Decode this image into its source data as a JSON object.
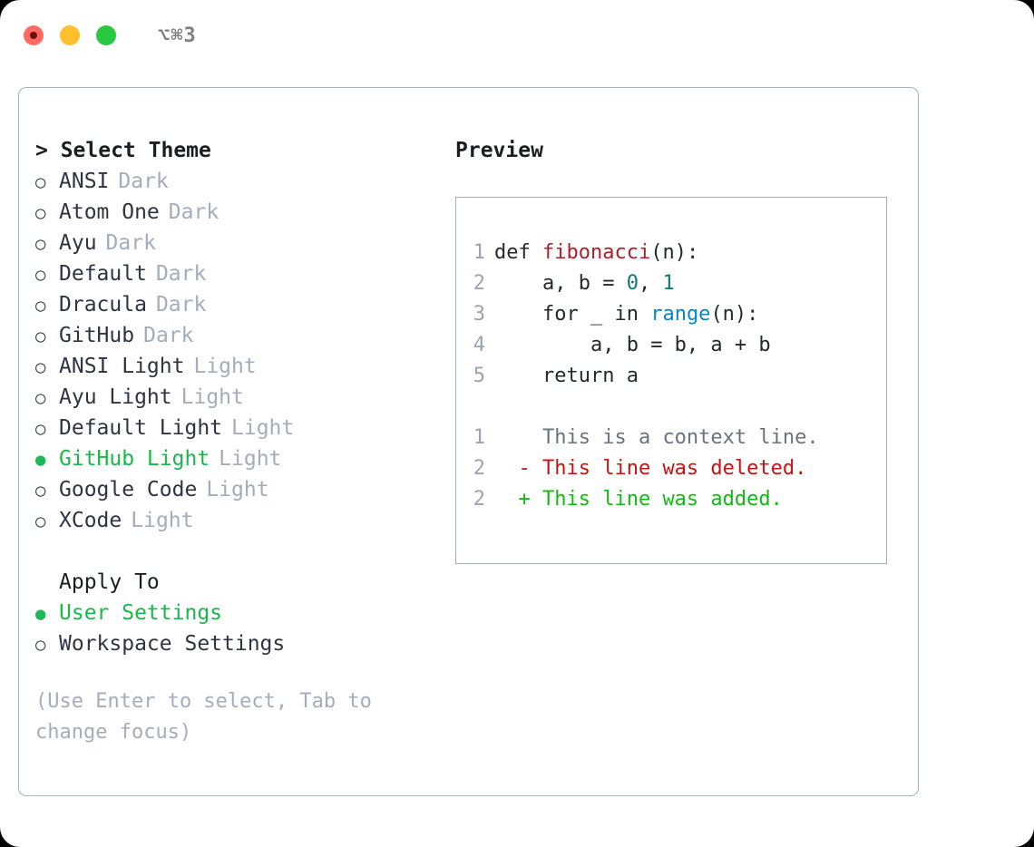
{
  "titlebar": {
    "shortcut": "⌥⌘3",
    "buttons": [
      {
        "name": "close",
        "color": "#ff6b63"
      },
      {
        "name": "minimize",
        "color": "#ffc02e"
      },
      {
        "name": "maximize",
        "color": "#28c840"
      }
    ]
  },
  "theme_section": {
    "header": "> Select Theme",
    "focused": true,
    "items": [
      {
        "bullet": "○",
        "label": "ANSI",
        "suffix": "Dark",
        "selected": false
      },
      {
        "bullet": "○",
        "label": "Atom One",
        "suffix": "Dark",
        "selected": false
      },
      {
        "bullet": "○",
        "label": "Ayu",
        "suffix": "Dark",
        "selected": false
      },
      {
        "bullet": "○",
        "label": "Default",
        "suffix": "Dark",
        "selected": false
      },
      {
        "bullet": "○",
        "label": "Dracula",
        "suffix": "Dark",
        "selected": false
      },
      {
        "bullet": "○",
        "label": "GitHub",
        "suffix": "Dark",
        "selected": false
      },
      {
        "bullet": "○",
        "label": "ANSI Light",
        "suffix": "Light",
        "selected": false
      },
      {
        "bullet": "○",
        "label": "Ayu Light",
        "suffix": "Light",
        "selected": false
      },
      {
        "bullet": "○",
        "label": "Default Light",
        "suffix": "Light",
        "selected": false
      },
      {
        "bullet": "●",
        "label": "GitHub Light",
        "suffix": "Light",
        "selected": true
      },
      {
        "bullet": "○",
        "label": "Google Code",
        "suffix": "Light",
        "selected": false
      },
      {
        "bullet": "○",
        "label": "XCode",
        "suffix": "Light",
        "selected": false
      }
    ]
  },
  "apply_section": {
    "header": "Apply To",
    "focused": false,
    "items": [
      {
        "bullet": "●",
        "label": "User Settings",
        "suffix": "",
        "selected": true
      },
      {
        "bullet": "○",
        "label": "Workspace Settings",
        "suffix": "",
        "selected": false
      }
    ]
  },
  "hint": "(Use Enter to select, Tab to change focus)",
  "preview": {
    "title": "Preview",
    "code_lines": [
      {
        "no": "1",
        "indent": "",
        "segments": [
          {
            "t": "def ",
            "c": "tok-kw"
          },
          {
            "t": "fibonacci",
            "c": "tok-fn"
          },
          {
            "t": "(n):",
            "c": "tok-kw"
          }
        ]
      },
      {
        "no": "2",
        "indent": "    ",
        "segments": [
          {
            "t": "a, b = ",
            "c": "tok-kw"
          },
          {
            "t": "0",
            "c": "tok-num"
          },
          {
            "t": ", ",
            "c": "tok-kw"
          },
          {
            "t": "1",
            "c": "tok-num"
          }
        ]
      },
      {
        "no": "3",
        "indent": "    ",
        "segments": [
          {
            "t": "for _ in ",
            "c": "tok-kw"
          },
          {
            "t": "range",
            "c": "tok-call"
          },
          {
            "t": "(n):",
            "c": "tok-kw"
          }
        ]
      },
      {
        "no": "4",
        "indent": "        ",
        "segments": [
          {
            "t": "a, b = b, a + b",
            "c": "tok-kw"
          }
        ]
      },
      {
        "no": "5",
        "indent": "    ",
        "segments": [
          {
            "t": "return a",
            "c": "tok-kw"
          }
        ]
      },
      {
        "no": "",
        "indent": "",
        "segments": []
      },
      {
        "no": "1",
        "indent": "  ",
        "segments": [
          {
            "t": "  This is a context line.",
            "c": "diff-ctx"
          }
        ]
      },
      {
        "no": "2",
        "indent": "  ",
        "segments": [
          {
            "t": "- This line was deleted.",
            "c": "diff-del"
          }
        ]
      },
      {
        "no": "2",
        "indent": "  ",
        "segments": [
          {
            "t": "+ This line was added.",
            "c": "diff-add"
          }
        ]
      }
    ]
  },
  "colors": {
    "accent_green": "#18b84a",
    "muted": "#a3adbb",
    "border": "#a9b3c0",
    "text": "#2e3440",
    "diff_add": "#11bb11",
    "diff_del": "#cc1111",
    "syntax_function": "#b31d28",
    "syntax_number": "#0d7a72",
    "syntax_call": "#0a85c4"
  }
}
